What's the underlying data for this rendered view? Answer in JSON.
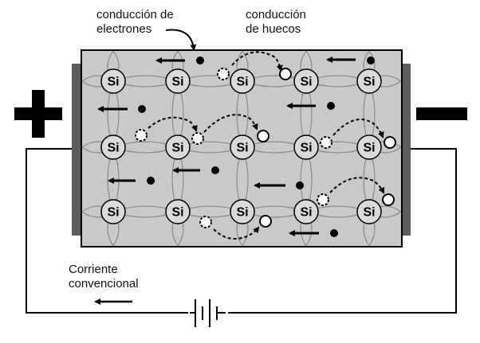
{
  "labels": {
    "electron_conduction": [
      "conducción de",
      "electrones"
    ],
    "hole_conduction": [
      "conducción",
      "de huecos"
    ],
    "conventional_current": [
      "Corriente",
      "convencional"
    ]
  },
  "atom_symbol": "Si",
  "terminals": {
    "positive": "plus-sign",
    "negative": "minus-sign"
  },
  "colors": {
    "crystal_fill": "#c9c9c9",
    "atom_fill": "#dadada",
    "electrode": "#5c5c5c",
    "bond_lines": "#8a8a8a",
    "ink": "#000000"
  }
}
